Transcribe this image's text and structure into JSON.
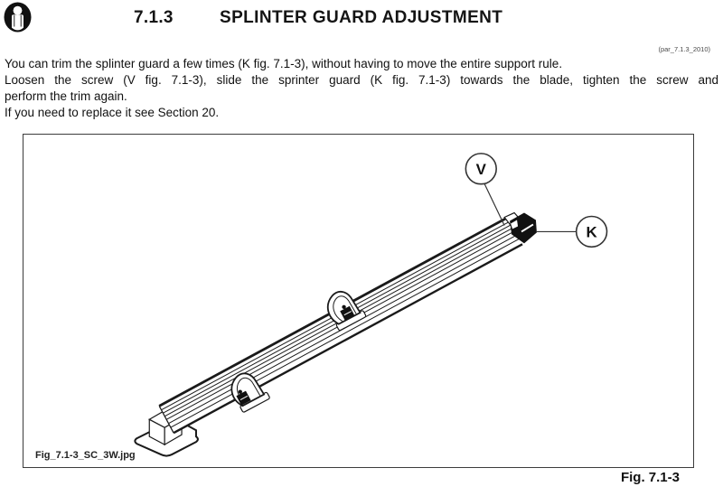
{
  "header": {
    "section_number": "7.1.3",
    "title": "SPLINTER GUARD ADJUSTMENT",
    "par_ref": "(par_7.1.3_2010)"
  },
  "paragraph": {
    "line1": "You can trim the splinter guard a few times (K fig. 7.1-3), without having to move the entire support rule.",
    "line2": "Loosen the screw (V fig. 7.1-3), slide the sprinter guard (K fig. 7.1-3) towards the blade, tighten the screw and",
    "line3": "perform the trim again.",
    "line4": "If you need to replace it see Section 20."
  },
  "figure": {
    "callout_v": "V",
    "callout_k": "K",
    "filename": "Fig_7.1-3_SC_3W.jpg",
    "caption": "Fig. 7.1-3"
  },
  "colors": {
    "line_color": "#1a1a1a",
    "knob_black": "#111111",
    "border_gray": "#3c3c3c"
  }
}
